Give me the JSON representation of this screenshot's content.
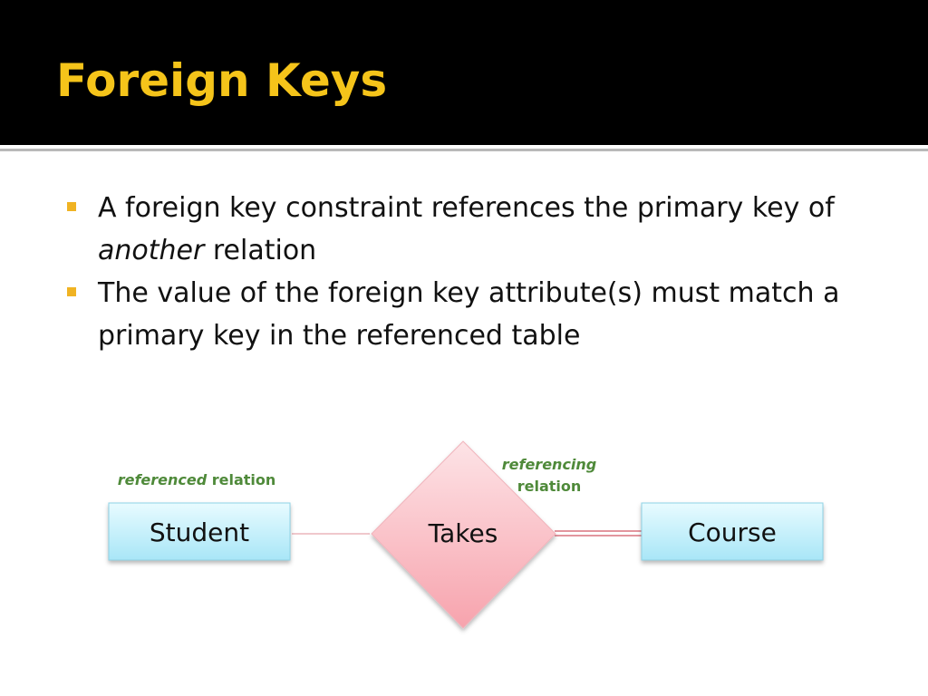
{
  "slide": {
    "title": "Foreign Keys",
    "bullets": [
      {
        "before": "A foreign key constraint references the primary key of ",
        "emphasis": "another",
        "after": " relation"
      },
      {
        "text": "The value of the foreign key attribute(s) must match a primary key in the referenced table"
      }
    ]
  },
  "diagram": {
    "entities": {
      "left": "Student",
      "right": "Course"
    },
    "relationship": "Takes",
    "labels": {
      "referenced_emphasis": "referenced",
      "referenced_rest": " relation",
      "referencing_line1": "referencing",
      "referencing_line2": "relation"
    }
  },
  "colors": {
    "title": "#f5c41a",
    "bullet": "#f0b323",
    "label_green": "#4f8a3a",
    "entity_fill_top": "#e8fbff",
    "entity_fill_bottom": "#a8e6f7",
    "diamond_fill_top": "#fde3e6",
    "diamond_fill_bottom": "#f7a3ad"
  }
}
